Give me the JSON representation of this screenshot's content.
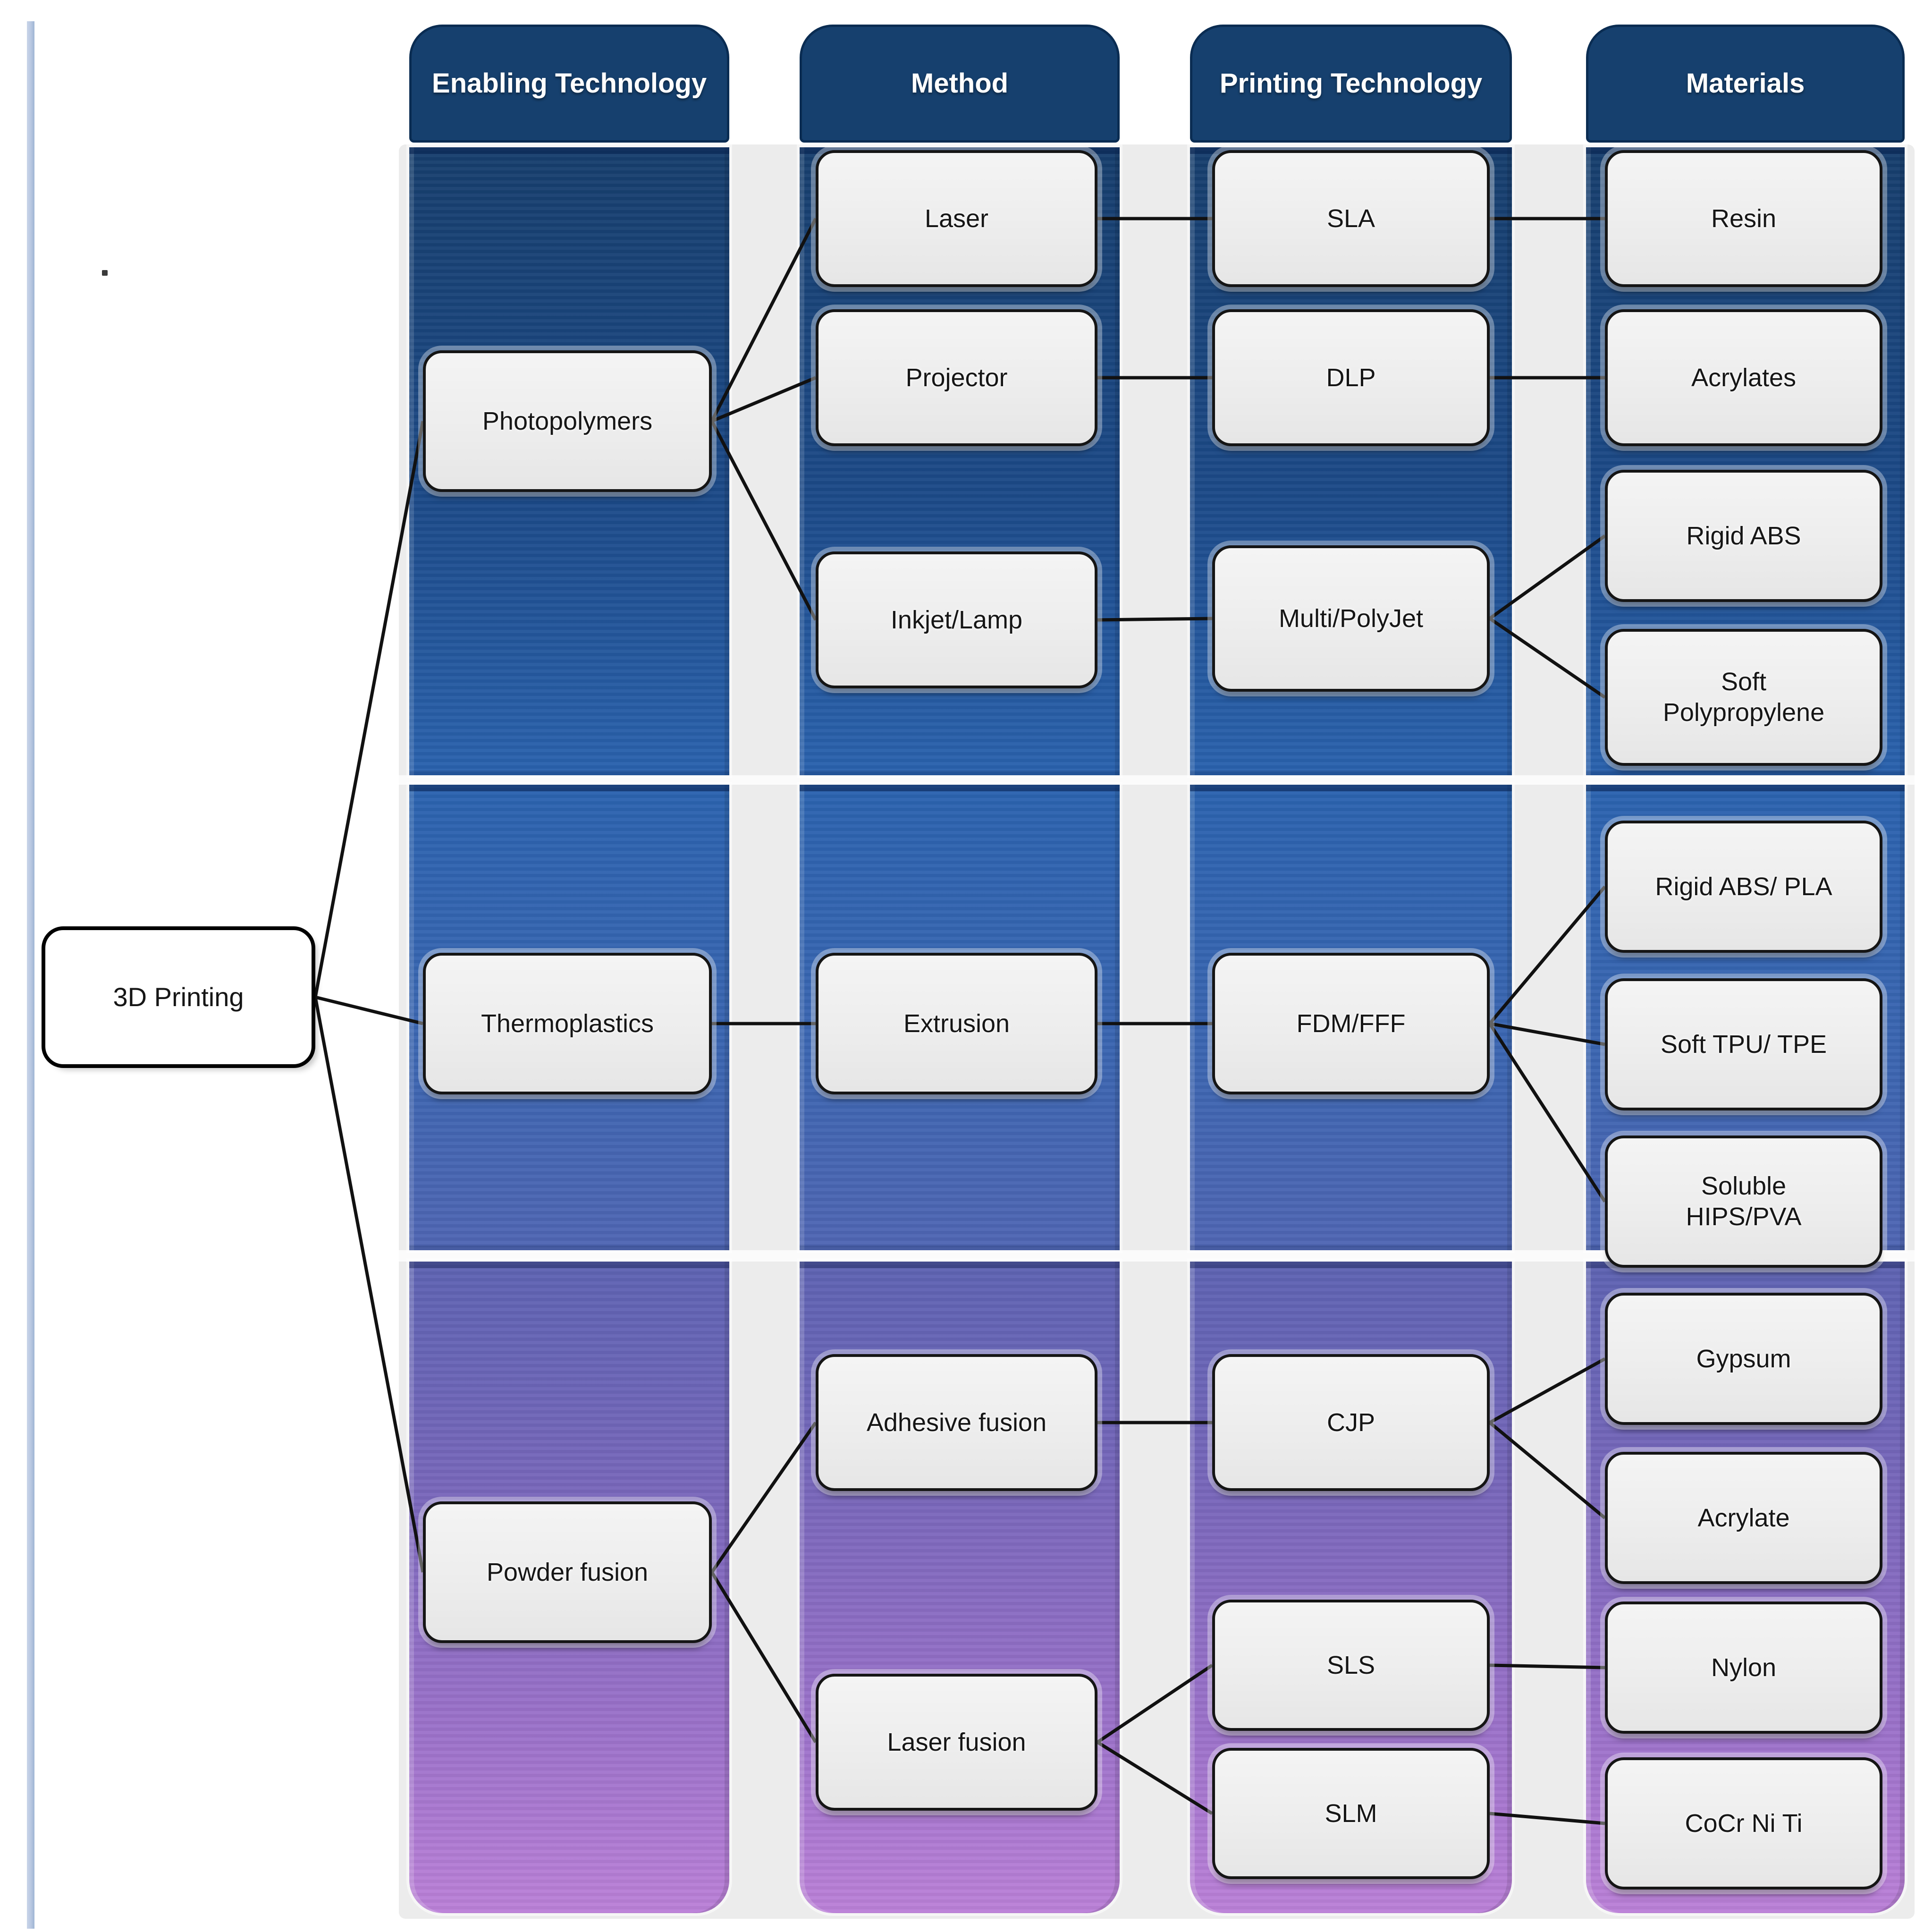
{
  "figure": {
    "type": "taxonomy-flow-diagram",
    "subject": "3D Printing technologies"
  },
  "palette": {
    "header_fill": "#16406e",
    "header_border": "#0a2c52",
    "header_text": "#ffffff",
    "section_top_gradient": [
      "#173e6d",
      "#2a62ae"
    ],
    "section_middle_gradient": [
      "#2b63af",
      "#5066b3"
    ],
    "section_bottom_gradient": [
      "#5d63b2",
      "#bb80d8"
    ],
    "node_fill": "#eeeeee",
    "node_border": "#151515",
    "node_text": "#161616",
    "connector_color": "#111111",
    "backdrop": "#ececec",
    "left_rule": "#b7c7e1"
  },
  "columns": [
    {
      "id": "enabling-technology",
      "header": "Enabling Technology"
    },
    {
      "id": "method",
      "header": "Method"
    },
    {
      "id": "printing-technology",
      "header": "Printing Technology"
    },
    {
      "id": "materials",
      "header": "Materials"
    }
  ],
  "nodes": {
    "root": {
      "label": "3D Printing",
      "column": "none"
    },
    "photopolymers": {
      "label": "Photopolymers",
      "column": "enabling-technology"
    },
    "thermoplastics": {
      "label": "Thermoplastics",
      "column": "enabling-technology"
    },
    "powder_fusion": {
      "label": "Powder fusion",
      "column": "enabling-technology"
    },
    "laser": {
      "label": "Laser",
      "column": "method"
    },
    "projector": {
      "label": "Projector",
      "column": "method"
    },
    "inkjet_lamp": {
      "label": "Inkjet/Lamp",
      "column": "method"
    },
    "extrusion": {
      "label": "Extrusion",
      "column": "method"
    },
    "adhesive_fusion": {
      "label": "Adhesive fusion",
      "column": "method"
    },
    "laser_fusion": {
      "label": "Laser fusion",
      "column": "method"
    },
    "sla": {
      "label": "SLA",
      "column": "printing-technology"
    },
    "dlp": {
      "label": "DLP",
      "column": "printing-technology"
    },
    "multi_polyjet": {
      "label": "Multi/PolyJet",
      "column": "printing-technology"
    },
    "fdm_fff": {
      "label": "FDM/FFF",
      "column": "printing-technology"
    },
    "cjp": {
      "label": "CJP",
      "column": "printing-technology"
    },
    "sls": {
      "label": "SLS",
      "column": "printing-technology"
    },
    "slm": {
      "label": "SLM",
      "column": "printing-technology"
    },
    "resin": {
      "label": "Resin",
      "column": "materials"
    },
    "acrylates": {
      "label": "Acrylates",
      "column": "materials"
    },
    "rigid_abs": {
      "label": "Rigid ABS",
      "column": "materials"
    },
    "soft_polypropylene": {
      "label": "Soft\nPolypropylene",
      "column": "materials"
    },
    "rigid_abs_pla": {
      "label": "Rigid ABS/ PLA",
      "column": "materials"
    },
    "soft_tpu_tpe": {
      "label": "Soft TPU/ TPE",
      "column": "materials"
    },
    "soluble_hips_pva": {
      "label": "Soluble\nHIPS/PVA",
      "column": "materials"
    },
    "gypsum": {
      "label": "Gypsum",
      "column": "materials"
    },
    "acrylate": {
      "label": "Acrylate",
      "column": "materials"
    },
    "nylon": {
      "label": "Nylon",
      "column": "materials"
    },
    "cocr_ni_ti": {
      "label": "CoCr Ni Ti",
      "column": "materials"
    }
  },
  "edges": [
    [
      "root",
      "photopolymers"
    ],
    [
      "root",
      "thermoplastics"
    ],
    [
      "root",
      "powder_fusion"
    ],
    [
      "photopolymers",
      "laser"
    ],
    [
      "photopolymers",
      "projector"
    ],
    [
      "photopolymers",
      "inkjet_lamp"
    ],
    [
      "laser",
      "sla"
    ],
    [
      "projector",
      "dlp"
    ],
    [
      "inkjet_lamp",
      "multi_polyjet"
    ],
    [
      "sla",
      "resin"
    ],
    [
      "dlp",
      "acrylates"
    ],
    [
      "multi_polyjet",
      "rigid_abs"
    ],
    [
      "multi_polyjet",
      "soft_polypropylene"
    ],
    [
      "thermoplastics",
      "extrusion"
    ],
    [
      "extrusion",
      "fdm_fff"
    ],
    [
      "fdm_fff",
      "rigid_abs_pla"
    ],
    [
      "fdm_fff",
      "soft_tpu_tpe"
    ],
    [
      "fdm_fff",
      "soluble_hips_pva"
    ],
    [
      "powder_fusion",
      "adhesive_fusion"
    ],
    [
      "powder_fusion",
      "laser_fusion"
    ],
    [
      "adhesive_fusion",
      "cjp"
    ],
    [
      "laser_fusion",
      "sls"
    ],
    [
      "laser_fusion",
      "slm"
    ],
    [
      "cjp",
      "gypsum"
    ],
    [
      "cjp",
      "acrylate"
    ],
    [
      "sls",
      "nylon"
    ],
    [
      "slm",
      "cocr_ni_ti"
    ]
  ]
}
